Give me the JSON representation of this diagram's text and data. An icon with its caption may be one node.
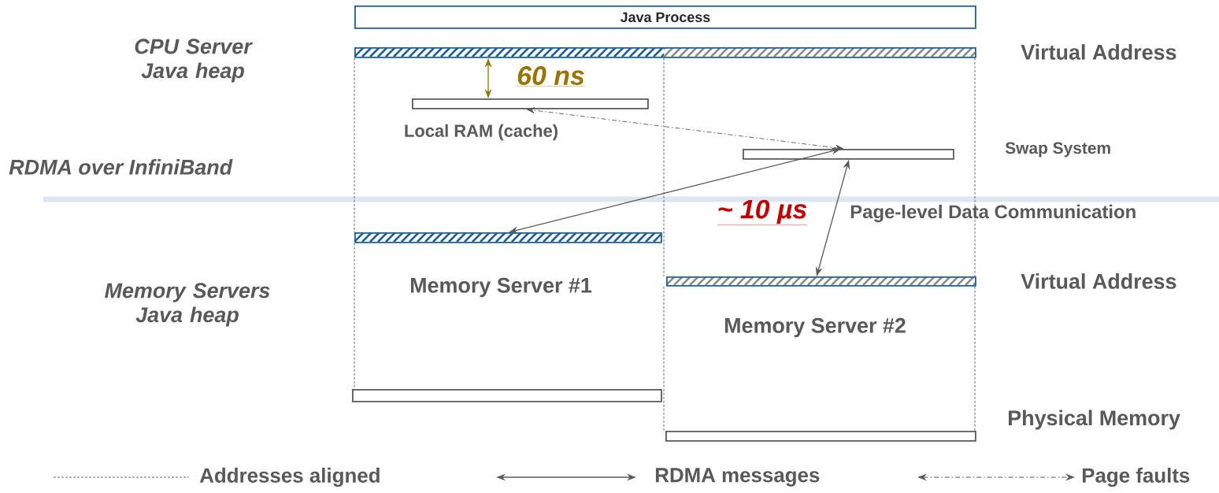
{
  "diagram": {
    "nodes": [
      {
        "text": [
          "Java Process"
        ]
      },
      {
        "text": [],
        "shape": "bar"
      },
      {
        "text": [],
        "shape": "bar",
        "beside": [
          "Local RAM (cache)"
        ]
      },
      {
        "text": [],
        "shape": "bar",
        "beside": [
          "Swap System"
        ]
      },
      {
        "text": [],
        "shape": "bar"
      },
      {
        "text": [],
        "shape": "bar"
      },
      {
        "text": [],
        "shape": "bar"
      },
      {
        "text": [],
        "shape": "bar"
      }
    ],
    "edges": [
      {
        "from": 1,
        "to": 2,
        "arrow": "both",
        "label": "60 ns",
        "color": "#9a7400"
      },
      {
        "from": 3,
        "to": 2,
        "arrow": "both",
        "style": "dashed"
      },
      {
        "from": 3,
        "to": 4,
        "arrow": "both"
      },
      {
        "from": 3,
        "to": 5,
        "arrow": "both",
        "label": "~ 10 µs"
      },
      {
        "from": 1,
        "to": 4,
        "arrow": "none",
        "style": "dashed"
      },
      {
        "from": 4,
        "to": 6,
        "arrow": "none",
        "style": "dashed"
      },
      {
        "from": 1,
        "to": 5,
        "arrow": "none",
        "style": "dashed"
      },
      {
        "from": 5,
        "to": 7,
        "arrow": "none",
        "style": "dashed"
      },
      {
        "from": 1,
        "to": 5,
        "arrow": "none",
        "style": "dashed"
      },
      {
        "from": 5,
        "to": 7,
        "arrow": "none",
        "style": "dashed"
      }
    ],
    "labels": [
      "CPU Server Java heap",
      "RDMA over InfiniBand",
      "Memory Servers Java heap",
      "Virtual Address",
      "Page-level Data Communication",
      "Memory Server #1",
      "Virtual Address",
      "Memory Server #2",
      "Physical Memory"
    ],
    "legend": [
      {
        "text": "Addresses aligned"
      },
      {
        "text": "RDMA messages"
      },
      {
        "text": "Page faults"
      }
    ]
  }
}
